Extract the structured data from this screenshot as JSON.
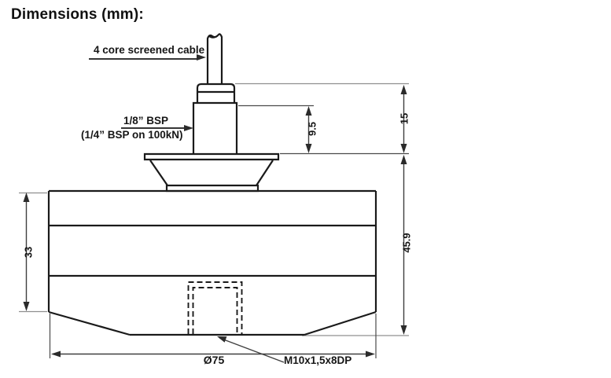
{
  "title": "Dimensions (mm):",
  "labels": {
    "cable": "4 core screened cable",
    "bsp_size": "1/8” BSP",
    "bsp_alt": "(1/4” BSP on 100kN)",
    "thread_spec": "M10x1,5x8DP"
  },
  "dimensions": {
    "boss_height": "9.5",
    "top_section_height": "15",
    "body_height": "33",
    "total_height": "45.9",
    "diameter": "Ø75"
  },
  "colors": {
    "outline": "#1a1a1a",
    "dimension_line": "#3f3f3f",
    "extension_line": "#8f8f8f",
    "background": "#ffffff"
  }
}
